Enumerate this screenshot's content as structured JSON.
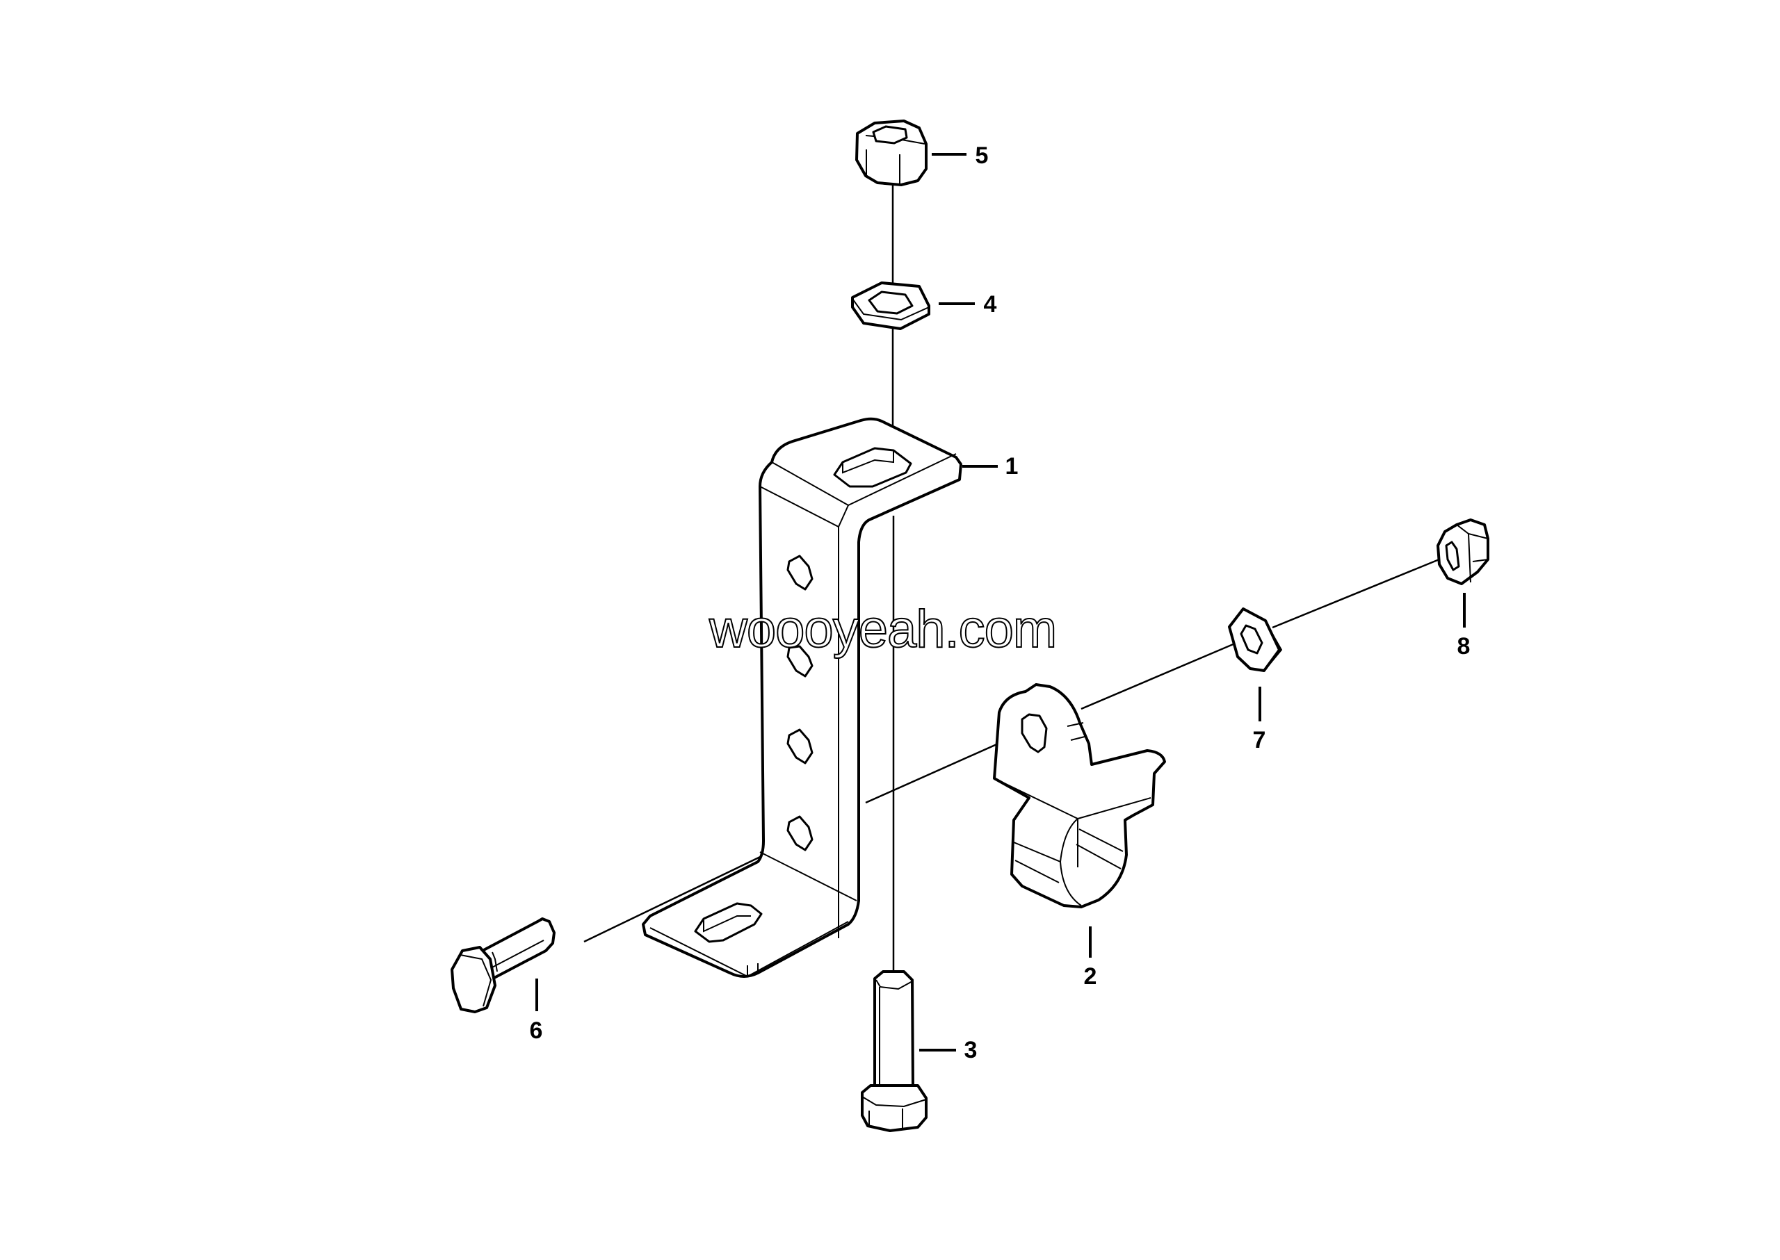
{
  "diagram": {
    "type": "exploded parts diagram",
    "watermark": "woooyeah.com",
    "parts": [
      {
        "id": "1",
        "label": "1",
        "name": "bracket"
      },
      {
        "id": "2",
        "label": "2",
        "name": "clamp"
      },
      {
        "id": "3",
        "label": "3",
        "name": "vertical bolt"
      },
      {
        "id": "4",
        "label": "4",
        "name": "washer (top)"
      },
      {
        "id": "5",
        "label": "5",
        "name": "nut (top)"
      },
      {
        "id": "6",
        "label": "6",
        "name": "horizontal bolt"
      },
      {
        "id": "7",
        "label": "7",
        "name": "washer (side)"
      },
      {
        "id": "8",
        "label": "8",
        "name": "nut (side)"
      }
    ],
    "colors": {
      "line": "#000000",
      "background": "#ffffff"
    }
  }
}
